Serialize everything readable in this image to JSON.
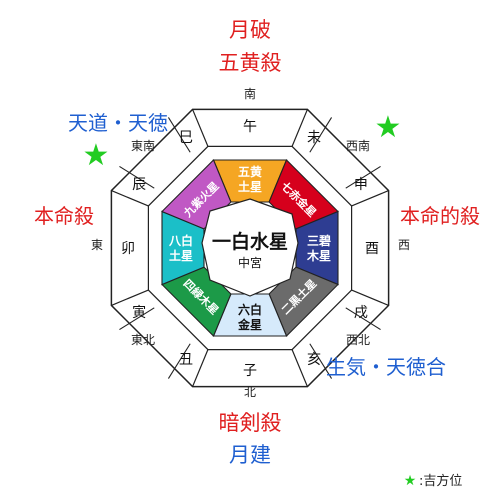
{
  "top_labels": [
    "月破",
    "五黄殺"
  ],
  "bottom_labels": [
    "暗剣殺",
    "月建"
  ],
  "left_label": "本命殺",
  "right_label": "本命的殺",
  "upper_left_label": "天道・天徳",
  "lower_right_label": "生気・天徳合",
  "directions": {
    "south": "南",
    "southeast": "東南",
    "southwest": "西南",
    "east": "東",
    "west": "西",
    "northeast": "東北",
    "northwest": "西北",
    "north": "北"
  },
  "zodiac": [
    {
      "id": "uma",
      "text": "午"
    },
    {
      "id": "hitsuji",
      "text": "未"
    },
    {
      "id": "saru",
      "text": "申"
    },
    {
      "id": "tori",
      "text": "酉"
    },
    {
      "id": "inu",
      "text": "戌"
    },
    {
      "id": "i",
      "text": "亥"
    },
    {
      "id": "ne",
      "text": "子"
    },
    {
      "id": "ushi",
      "text": "丑"
    },
    {
      "id": "tora",
      "text": "寅"
    },
    {
      "id": "u",
      "text": "卯"
    },
    {
      "id": "tatsu",
      "text": "辰"
    },
    {
      "id": "mi",
      "text": "巳"
    }
  ],
  "stars": {
    "south": {
      "lines": [
        "五黄",
        "土星"
      ],
      "color": "#f5a623"
    },
    "southwest": {
      "lines": [
        "七赤金星"
      ],
      "color": "#d6001c"
    },
    "west": {
      "lines": [
        "三碧",
        "木星"
      ],
      "color": "#2e3d92"
    },
    "northwest": {
      "lines": [
        "二黒土星"
      ],
      "color": "#6b6b6b"
    },
    "north": {
      "lines": [
        "六白",
        "金星"
      ],
      "color": "#d6eafb"
    },
    "northeast": {
      "lines": [
        "四緑木星"
      ],
      "color": "#1c9a48"
    },
    "east": {
      "lines": [
        "八白",
        "土星"
      ],
      "color": "#1bbfc8"
    },
    "southeast": {
      "lines": [
        "九紫火星"
      ],
      "color": "#c058c4"
    }
  },
  "center": {
    "title": "一白水星",
    "sub": "中宮"
  },
  "legend": {
    "icon": "★",
    "text": ":吉方位"
  },
  "colors": {
    "red": "#e02020",
    "blue": "#1f5fd0",
    "green": "#22cc22"
  }
}
